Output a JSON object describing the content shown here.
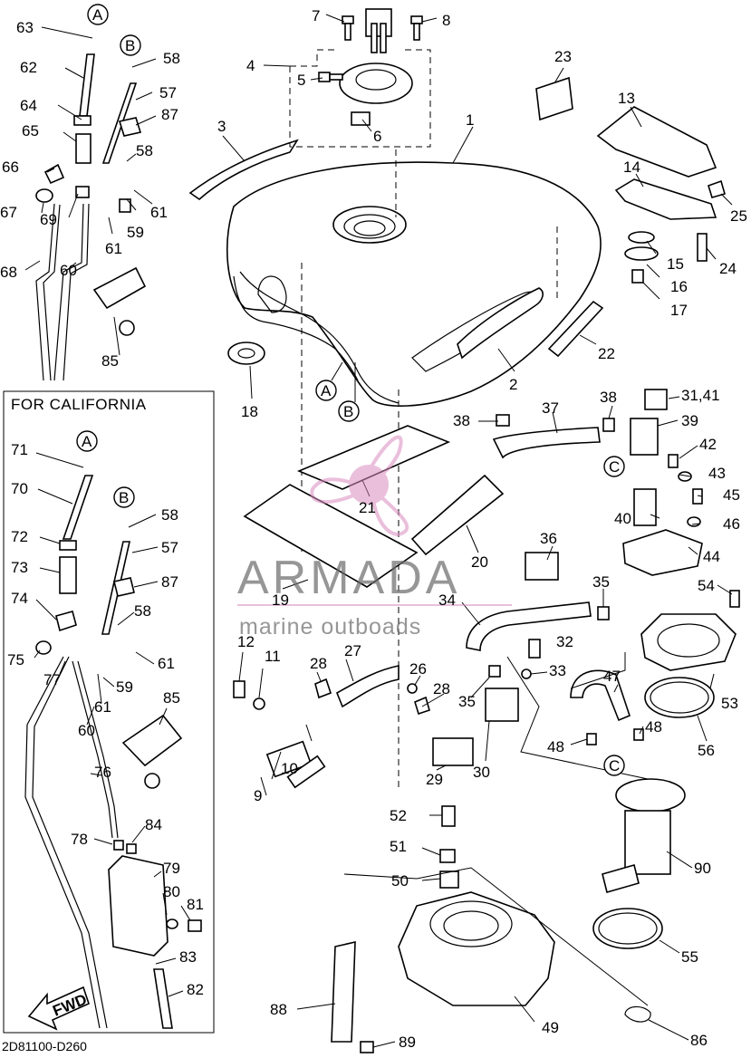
{
  "inset": {
    "title": "FOR CALIFORNIA"
  },
  "diagram_code": "2D81100-D260",
  "watermark": {
    "line1": "ARMADA",
    "line2": "marine outboads"
  },
  "direction_label": "FWD",
  "circle_refs": {
    "a": "A",
    "b": "B",
    "c": "C"
  },
  "callouts": {
    "p1": "1",
    "p2": "2",
    "p3": "3",
    "p4": "4",
    "p5": "5",
    "p6": "6",
    "p7": "7",
    "p8": "8",
    "p9": "9",
    "p10": "10",
    "p11": "11",
    "p12": "12",
    "p13": "13",
    "p14": "14",
    "p15": "15",
    "p16": "16",
    "p17": "17",
    "p18": "18",
    "p19": "19",
    "p20": "20",
    "p21": "21",
    "p22": "22",
    "p23": "23",
    "p24": "24",
    "p25": "25",
    "p26": "26",
    "p27": "27",
    "p28a": "28",
    "p28b": "28",
    "p29": "29",
    "p30": "30",
    "p3141": "31,41",
    "p32": "32",
    "p33": "33",
    "p34": "34",
    "p35a": "35",
    "p35b": "35",
    "p36": "36",
    "p37": "37",
    "p38a": "38",
    "p38b": "38",
    "p39": "39",
    "p40": "40",
    "p42": "42",
    "p43": "43",
    "p44": "44",
    "p45": "45",
    "p46": "46",
    "p47": "47",
    "p48a": "48",
    "p48b": "48",
    "p49": "49",
    "p50": "50",
    "p51": "51",
    "p52": "52",
    "p53": "53",
    "p54": "54",
    "p55": "55",
    "p56": "56",
    "p57": "57",
    "p58": "58",
    "p58b": "58",
    "p59": "59",
    "p60": "60",
    "p61a": "61",
    "p61b": "61",
    "p62": "62",
    "p63": "63",
    "p64": "64",
    "p65": "65",
    "p66": "66",
    "p67": "67",
    "p68": "68",
    "p69": "69",
    "p85": "85",
    "p87": "87",
    "p88": "88",
    "p89": "89",
    "p90": "90",
    "p86": "86",
    "c57": "57",
    "c58a": "58",
    "c58b": "58",
    "c59": "59",
    "c60": "60",
    "c61a": "61",
    "c61b": "61",
    "c70": "70",
    "c71": "71",
    "c72": "72",
    "c73": "73",
    "c74": "74",
    "c75": "75",
    "c76": "76",
    "c77": "77",
    "c78": "78",
    "c79": "79",
    "c80": "80",
    "c81": "81",
    "c82": "82",
    "c83": "83",
    "c84": "84",
    "c85": "85",
    "c87": "87"
  }
}
